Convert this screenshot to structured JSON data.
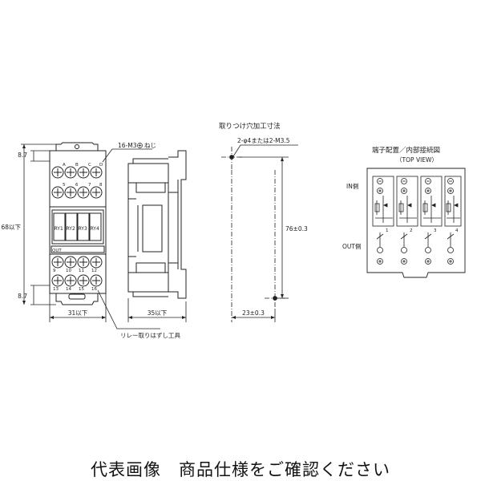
{
  "front_view": {
    "screw_label": "16-M3",
    "screw_suffix": "ねじ",
    "dim_top": "8.7",
    "dim_height": "68以下",
    "dim_bottom": "8.7",
    "dim_width": "31以下",
    "relay_labels": [
      "RY1",
      "RY2",
      "RY3",
      "RY4"
    ],
    "out_label": "OUT",
    "terminal_numbers_top": [
      "A",
      "B",
      "C",
      "D",
      "5",
      "6",
      "7",
      "8"
    ],
    "terminal_numbers_bottom": [
      "9",
      "10",
      "11",
      "12",
      "13",
      "14",
      "15",
      "16"
    ]
  },
  "side_view": {
    "dim_depth": "35以下",
    "tool_label": "リレー取りはずし工具"
  },
  "mounting": {
    "title": "取りつけ穴加工寸法",
    "hole_label": "2-φ4または2-M3.5",
    "dim_vertical": "76±0.3",
    "dim_horizontal": "23±0.3"
  },
  "terminal_diagram": {
    "title": "端子配置／内部接続図",
    "subtitle": "（TOP VIEW）",
    "in_label": "IN側",
    "out_label": "OUT側",
    "channel_numbers": [
      "1",
      "2",
      "3",
      "4"
    ]
  },
  "caption": "代表画像　商品仕様をご確認ください"
}
